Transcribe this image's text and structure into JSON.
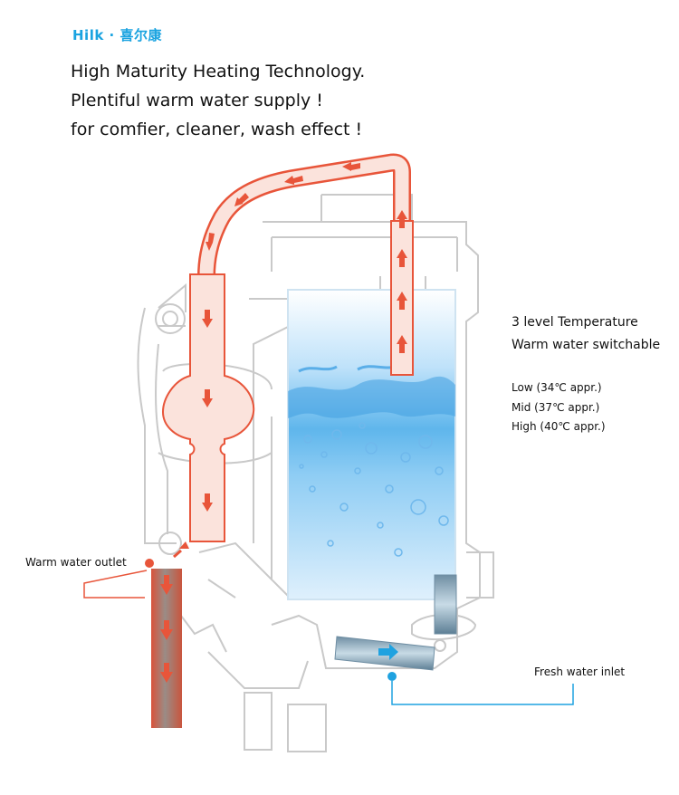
{
  "brand": {
    "text": "Hilk · 喜尔康",
    "color": "#1aa3e0"
  },
  "headlines": [
    "High Maturity Heating Technology.",
    "Plentiful warm water supply !",
    "for comfier, cleaner, wash effect !"
  ],
  "temperature": {
    "title_line1": "3 level Temperature",
    "title_line2": "Warm water switchable",
    "levels": [
      "Low  (34℃  appr.)",
      "Mid  (37℃  appr.)",
      "High (40℃  appr.)"
    ]
  },
  "labels": {
    "warm_outlet": "Warm water outlet",
    "fresh_inlet": "Fresh water inlet"
  },
  "colors": {
    "warm": "#e8553a",
    "warm_fill": "#fbe3dc",
    "fresh": "#1fa2e0",
    "water": "#cfe9fb",
    "outline": "#c9c9c9"
  },
  "icons": {
    "warm_flow": "arrow-icon",
    "fresh_flow": "arrow-right-icon"
  }
}
